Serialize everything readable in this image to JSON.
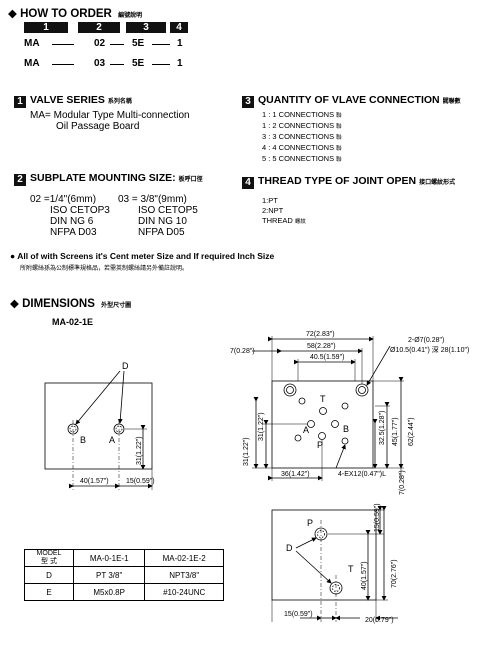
{
  "how_to_order": {
    "title": "HOW TO ORDER",
    "title_cjk": "編號說明",
    "index_cells": [
      "1",
      "2",
      "3",
      "4"
    ],
    "examples": [
      [
        "MA",
        "02",
        "5E",
        "1"
      ],
      [
        "MA",
        "03",
        "5E",
        "1"
      ]
    ]
  },
  "sections": {
    "s1": {
      "num": "1",
      "title": "VALVE SERIES",
      "title_cjk": "系列名稱",
      "lines": [
        "MA= Modular Type Multi-connection",
        "Oil Passage Board"
      ]
    },
    "s2": {
      "num": "2",
      "title": "SUBPLATE MOUNTING SIZE:",
      "title_cjk": "板呼口徑",
      "col1": [
        "02 =1/4\"(6mm)",
        "ISO CETOP3",
        "DIN NG 6",
        "NFPA D03"
      ],
      "col2": [
        "03 = 3/8\"(9mm)",
        "ISO CETOP5",
        "DIN NG 10",
        "NFPA D05"
      ]
    },
    "s3": {
      "num": "3",
      "title": "QUANTITY OF VLAVE CONNECTION",
      "title_cjk": "閥聯數",
      "items": [
        {
          "text": "1 : 1  CONNECTIONS",
          "cjk": "聯"
        },
        {
          "text": "1 : 2  CONNECTIONS",
          "cjk": "聯"
        },
        {
          "text": "3 : 3  CONNECTIONS",
          "cjk": "聯"
        },
        {
          "text": "4 : 4  CONNECTIONS",
          "cjk": "聯"
        },
        {
          "text": "5 : 5  CONNECTIONS",
          "cjk": "聯"
        }
      ]
    },
    "s4": {
      "num": "4",
      "title": "THREAD TYPE OF JOINT OPEN",
      "title_cjk": "接口螺紋形式",
      "items": [
        {
          "text": "1:PT",
          "cjk": ""
        },
        {
          "text": "2:NPT",
          "cjk": ""
        },
        {
          "text": "THREAD",
          "cjk": "螺紋"
        }
      ]
    }
  },
  "note": {
    "text": "All of with Screens it's Cent meter Size and If required Inch Size",
    "cjk": "所附螺絲孫為公制標準規格品，若需英制螺絲請另外備註說明。"
  },
  "dimensions": {
    "title": "DIMENSIONS",
    "title_cjk": "外型尺寸圖",
    "model": "MA-02-1E"
  },
  "drawing_labels": {
    "left_D": "D",
    "left_B": "B",
    "left_A": "A",
    "left_40": "40(1.57\")",
    "left_15": "15(0.59\")",
    "left_31": "31(1.22\")",
    "top_72": "72(2.83\")",
    "top_58": "58(2.28\")",
    "top_40_5": "40.5(1.59\")",
    "top_7": "7(0.28\")",
    "note_holes": "2-Ø7(0.28\")",
    "note_cbore": "Ø10.5(0.41\") 深 28(1.10\")",
    "p_T": "T",
    "p_A": "A",
    "p_B": "B",
    "p_P": "P",
    "v_31a": "31(1.22\")",
    "v_31b": "31(1.22\")",
    "v_32_5": "32.5(1.28\")",
    "v_45": "45(1.77\")",
    "v_62": "62(2.44\")",
    "v_7b": "7(0.28\")",
    "b_36": "36(1.42\")",
    "b_ex": "4-EX12(0.47\")L",
    "bot_P": "P",
    "bot_T": "T",
    "bot_D": "D",
    "bot_15v": "15(0.59\")",
    "bot_40": "40(1.57\")",
    "bot_70": "70(2.76\")",
    "bot_15h": "15(0.59\")",
    "bot_20": "20(0.79\")"
  },
  "spec_table": {
    "header": [
      "MODEL\n型  式",
      "MA-0-1E-1",
      "MA-02-1E-2"
    ],
    "rows": [
      [
        "D",
        "PT 3/8\"",
        "NPT3/8\""
      ],
      [
        "E",
        "M5x0.8P",
        "#10-24UNC"
      ]
    ]
  }
}
